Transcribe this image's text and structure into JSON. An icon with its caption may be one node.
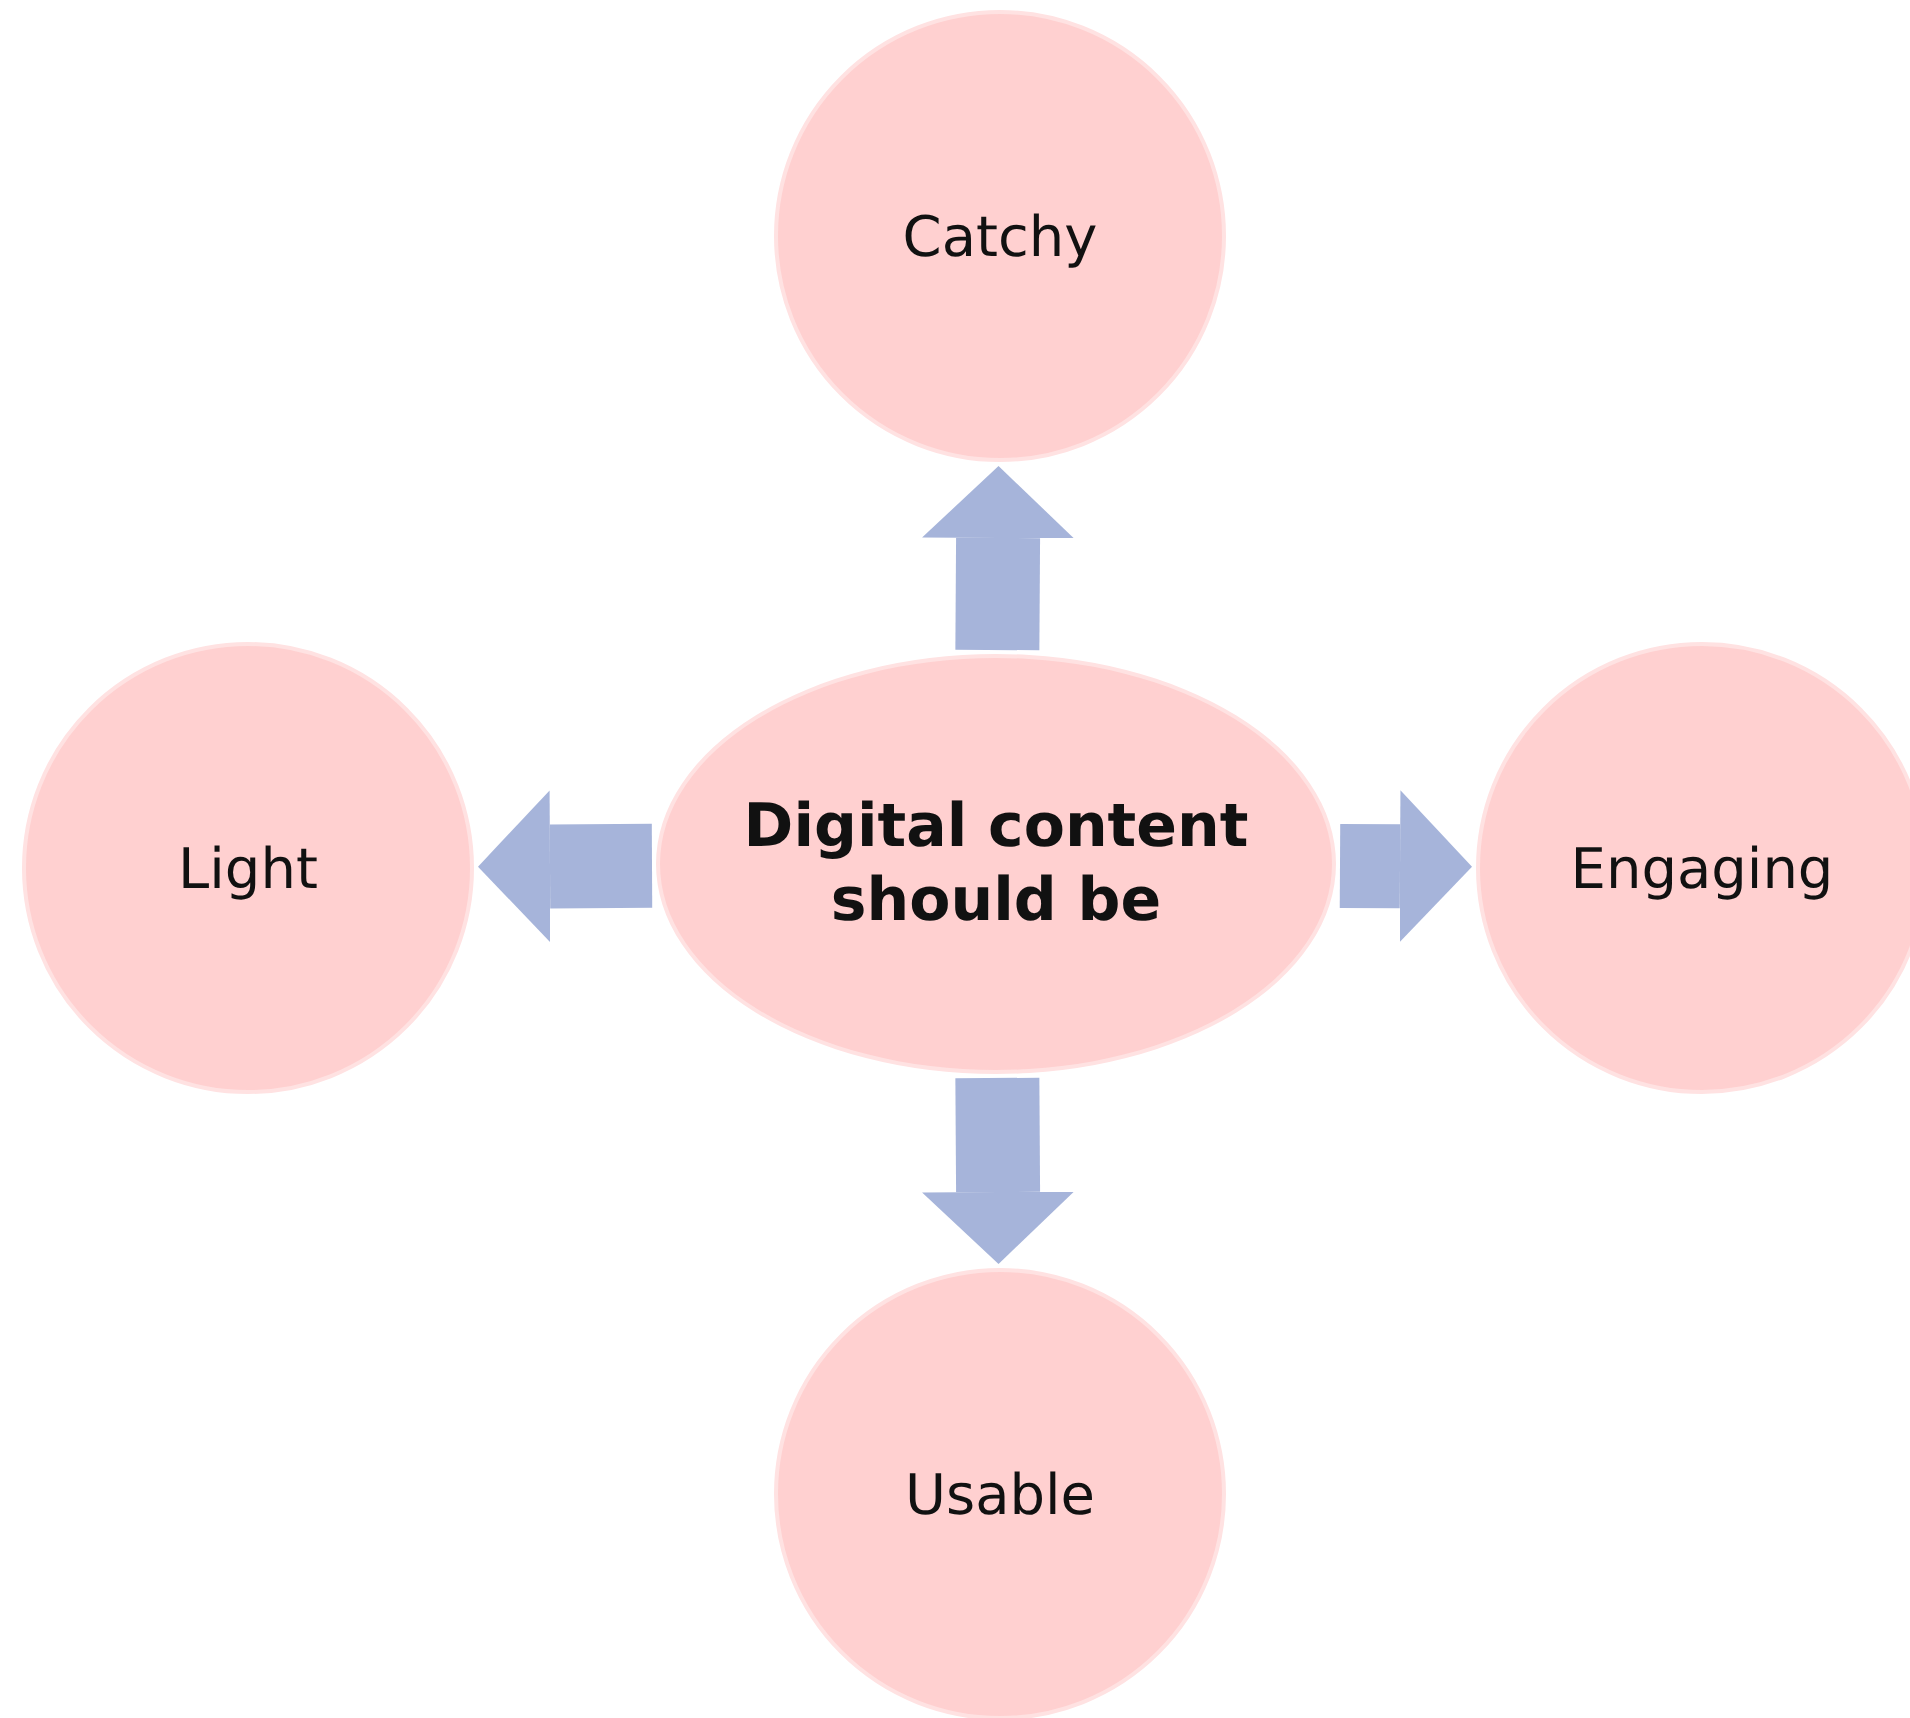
{
  "diagram": {
    "nodes": [
      {
        "text": [
          "Digital content should be"
        ]
      },
      {
        "text": [
          "Catchy"
        ]
      },
      {
        "text": [
          "Light"
        ]
      },
      {
        "text": [
          "Engaging"
        ]
      },
      {
        "text": [
          "Usable"
        ]
      }
    ],
    "edges": [
      {
        "from": 0,
        "to": 1,
        "arrow": "to"
      },
      {
        "from": 0,
        "to": 2,
        "arrow": "to"
      },
      {
        "from": 0,
        "to": 3,
        "arrow": "to"
      },
      {
        "from": 0,
        "to": 4,
        "arrow": "to"
      }
    ]
  }
}
